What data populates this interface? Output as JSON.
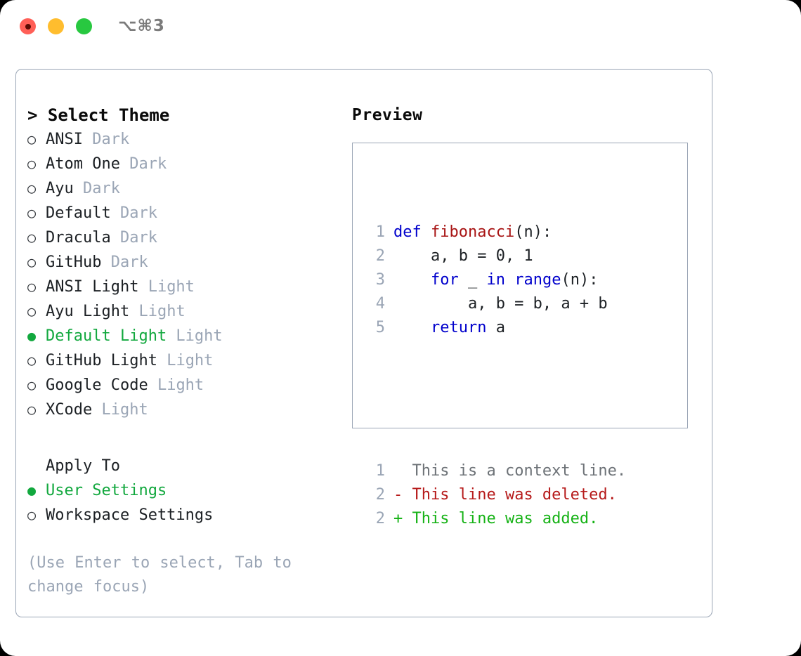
{
  "titlebar": {
    "shortcut": "⌥⌘3",
    "lights": [
      {
        "name": "close-button",
        "color": "#ff5f57"
      },
      {
        "name": "minimize-button",
        "color": "#ffbd2e"
      },
      {
        "name": "maximize-button",
        "color": "#28c840"
      }
    ]
  },
  "theme_picker": {
    "header": "> Select Theme",
    "options": [
      {
        "bullet": "○",
        "name": "ANSI",
        "category": "Dark",
        "selected": false
      },
      {
        "bullet": "○",
        "name": "Atom One",
        "category": "Dark",
        "selected": false
      },
      {
        "bullet": "○",
        "name": "Ayu",
        "category": "Dark",
        "selected": false
      },
      {
        "bullet": "○",
        "name": "Default",
        "category": "Dark",
        "selected": false
      },
      {
        "bullet": "○",
        "name": "Dracula",
        "category": "Dark",
        "selected": false
      },
      {
        "bullet": "○",
        "name": "GitHub",
        "category": "Dark",
        "selected": false
      },
      {
        "bullet": "○",
        "name": "ANSI Light",
        "category": "Light",
        "selected": false
      },
      {
        "bullet": "○",
        "name": "Ayu Light",
        "category": "Light",
        "selected": false
      },
      {
        "bullet": "●",
        "name": "Default Light",
        "category": "Light",
        "selected": true
      },
      {
        "bullet": "○",
        "name": "GitHub Light",
        "category": "Light",
        "selected": false
      },
      {
        "bullet": "○",
        "name": "Google Code",
        "category": "Light",
        "selected": false
      },
      {
        "bullet": "○",
        "name": "XCode",
        "category": "Light",
        "selected": false
      }
    ]
  },
  "apply_to": {
    "title": "Apply To",
    "options": [
      {
        "bullet": "●",
        "name": "User Settings",
        "selected": true
      },
      {
        "bullet": "○",
        "name": "Workspace Settings",
        "selected": false
      }
    ]
  },
  "hint": "(Use Enter to select, Tab to change focus)",
  "preview": {
    "label": "Preview",
    "code_lines": [
      {
        "num": "1",
        "tokens": [
          {
            "t": "def ",
            "k": "kw"
          },
          {
            "t": "fibonacci",
            "k": "fn"
          },
          {
            "t": "(n):",
            "k": "pl"
          }
        ]
      },
      {
        "num": "2",
        "tokens": [
          {
            "t": "    a, b = 0, 1",
            "k": "pl"
          }
        ]
      },
      {
        "num": "3",
        "tokens": [
          {
            "t": "    ",
            "k": "pl"
          },
          {
            "t": "for",
            "k": "kw"
          },
          {
            "t": " _ ",
            "k": "pl"
          },
          {
            "t": "in",
            "k": "kw"
          },
          {
            "t": " ",
            "k": "pl"
          },
          {
            "t": "range",
            "k": "kw"
          },
          {
            "t": "(n):",
            "k": "pl"
          }
        ]
      },
      {
        "num": "4",
        "tokens": [
          {
            "t": "        a, b = b, a + b",
            "k": "pl"
          }
        ]
      },
      {
        "num": "5",
        "tokens": [
          {
            "t": "    ",
            "k": "pl"
          },
          {
            "t": "return",
            "k": "kw"
          },
          {
            "t": " a",
            "k": "pl"
          }
        ]
      }
    ],
    "diff_lines": [
      {
        "num": "1",
        "mark": "  ",
        "text": "This is a context line.",
        "kind": "context"
      },
      {
        "num": "2",
        "mark": "- ",
        "text": "This line was deleted.",
        "kind": "deleted"
      },
      {
        "num": "2",
        "mark": "+ ",
        "text": "This line was added.",
        "kind": "added"
      }
    ]
  },
  "colors": {
    "accent_green": "#12a83e",
    "muted": "#9aa5b5",
    "keyword_blue": "#0000cc",
    "function_red": "#a81414",
    "diff_deleted": "#b61a1a",
    "diff_added": "#15b215",
    "border": "#9aa5b5"
  }
}
